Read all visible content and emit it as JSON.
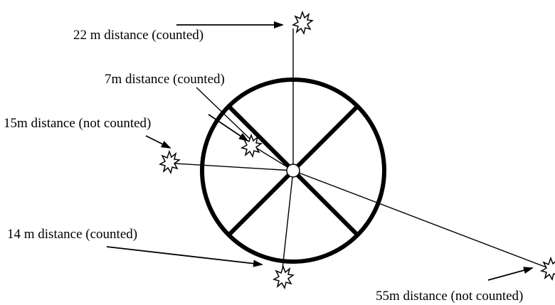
{
  "labels": {
    "obj_22m": "22 m distance (counted)",
    "obj_7m": "7m distance (counted)",
    "obj_15m": "15m distance (not counted)",
    "obj_14m": "14 m distance (counted)",
    "obj_55m": "55m distance (not counted)"
  },
  "colors": {
    "ink": "#000000",
    "background": "#ffffff"
  },
  "icons": [
    "burst-icon",
    "arrow-icon",
    "center-point-icon"
  ]
}
